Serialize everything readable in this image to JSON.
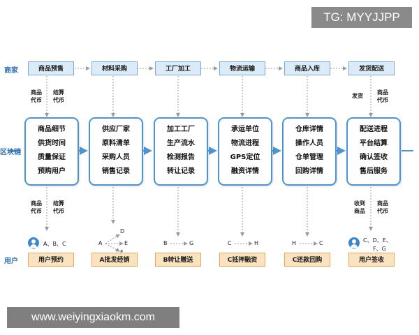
{
  "watermarks": {
    "tg": "TG: MYYJJPP",
    "url": "www.weiyingxiaokm.com"
  },
  "rows": {
    "merchant": "商家",
    "blockchain": "区块链",
    "user": "用户"
  },
  "merchant_steps": [
    "商品预售",
    "材料采购",
    "工厂加工",
    "物流运输",
    "商品入库",
    "发货配送"
  ],
  "chain_blocks": [
    [
      "商品细节",
      "供货时间",
      "质量保证",
      "预购用户"
    ],
    [
      "供应厂家",
      "原料清单",
      "采购人员",
      "销售记录"
    ],
    [
      "加工工厂",
      "生产流水",
      "检测报告",
      "转让记录"
    ],
    [
      "承运单位",
      "物流进程",
      "GPS定位",
      "融资详情"
    ],
    [
      "仓库详情",
      "操作人员",
      "仓单管理",
      "回购详情"
    ],
    [
      "配送进程",
      "平台结算",
      "确认签收",
      "售后服务"
    ]
  ],
  "upper_flow": {
    "left_1": "商品",
    "left_2": "代币",
    "right_1": "结算",
    "right_2": "代币",
    "last_left": "发货",
    "last_right_1": "商品",
    "last_right_2": "代币"
  },
  "lower_flow": {
    "left_1": "商品",
    "left_2": "代币",
    "right_1": "结算",
    "right_2": "代币",
    "last_left_1": "收到",
    "last_left_2": "商品",
    "last_right_1": "商品",
    "last_right_2": "代币"
  },
  "user_steps": [
    "用户预约",
    "A批发经销",
    "B转让赠送",
    "C抵押融资",
    "C还款回购",
    "用户签收"
  ],
  "user_annotations": {
    "u1_letters": "A、B、C",
    "u2_a": "A",
    "u2_d": "D",
    "u2_e": "E",
    "u2_f": "F",
    "u3_from": "B",
    "u3_to": "G",
    "u4_from": "C",
    "u4_to": "H",
    "u5_from": "H",
    "u5_to": "C",
    "u6_line1": "C、D、E、",
    "u6_line2": "F、G"
  },
  "colors": {
    "merchant_fill": "#dcebf8",
    "chain_border": "#4d94d4",
    "user_fill": "#fbe3c2",
    "label_blue": "#2f6fb2"
  }
}
